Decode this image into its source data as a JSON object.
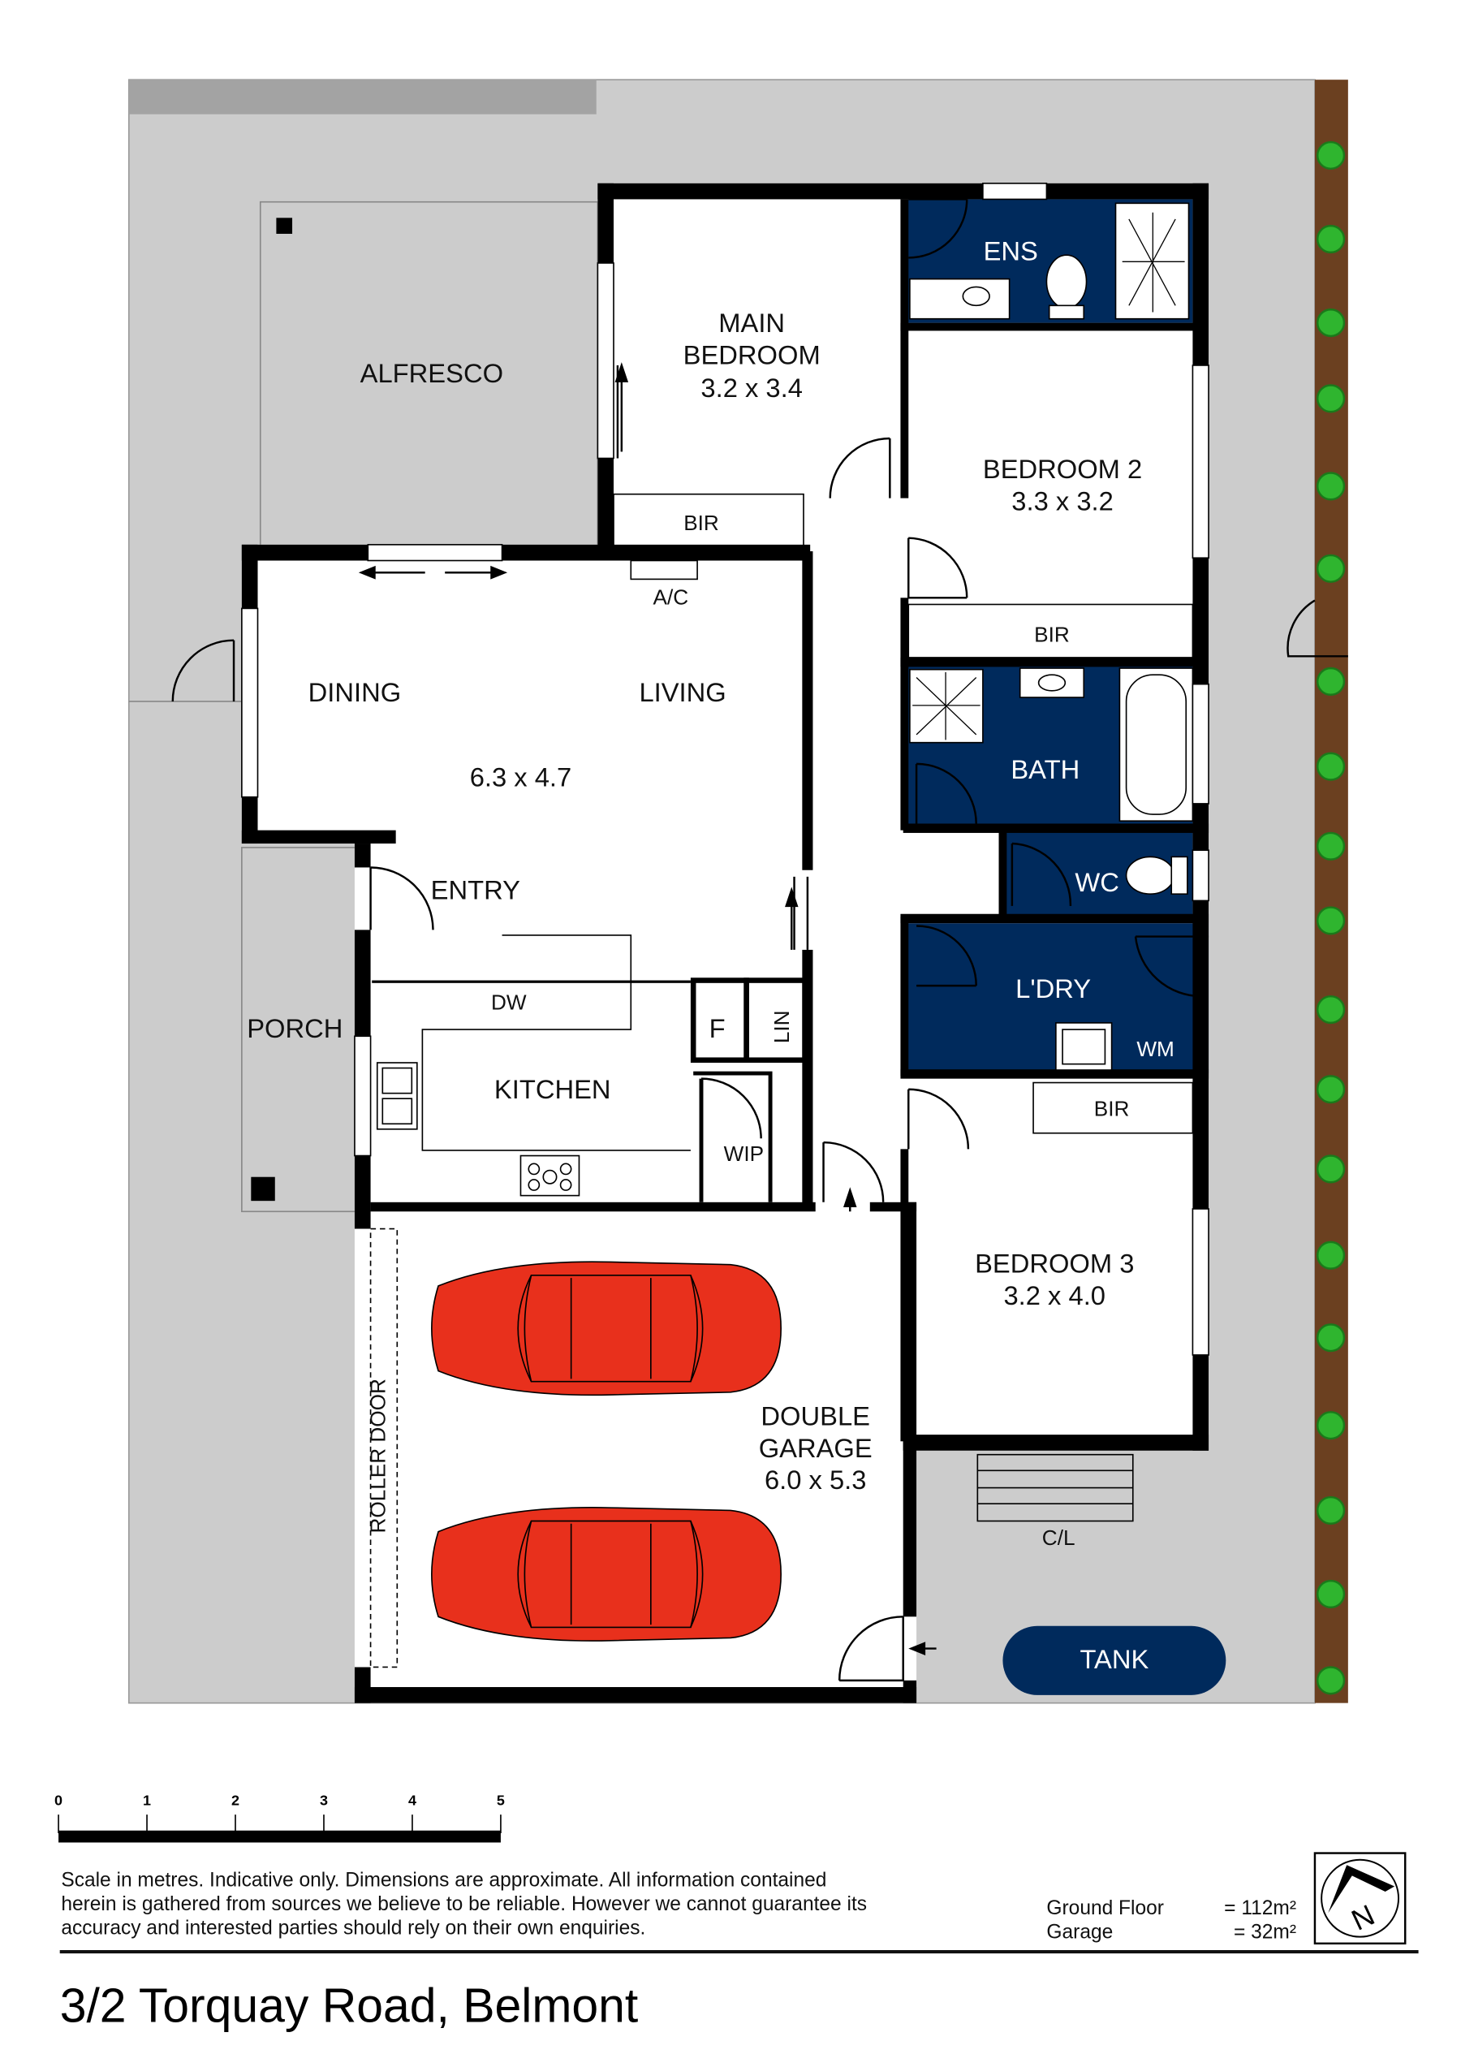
{
  "rooms": {
    "alfresco": "ALFRESCO",
    "main_bedroom": [
      "MAIN",
      "BEDROOM",
      "3.2 x 3.4"
    ],
    "bir_main": "BIR",
    "ens": "ENS",
    "bedroom2": [
      "BEDROOM 2",
      "3.3 x 3.2"
    ],
    "bir_2": "BIR",
    "ac": "A/C",
    "dining": "DINING",
    "living": "LIVING",
    "living_dims": "6.3 x 4.7",
    "bath": "BATH",
    "wc": "WC",
    "entry": "ENTRY",
    "ldry": "L'DRY",
    "wm": "WM",
    "dw": "DW",
    "f": "F",
    "lin": "LIN",
    "porch": "PORCH",
    "kitchen": "KITCHEN",
    "wip": "WIP",
    "bir_3": "BIR",
    "bedroom3": [
      "BEDROOM 3",
      "3.2 x 4.0"
    ],
    "roller_door": "ROLLER DOOR",
    "garage": [
      "DOUBLE",
      "GARAGE",
      "6.0 x 5.3"
    ],
    "cl": "C/L",
    "tank": "TANK"
  },
  "colors": {
    "grey": "#cccccc",
    "dark_grey": "#a3a3a3",
    "navy": "#002a5c",
    "fence": "#6b4020",
    "tree": "#2fb52f",
    "car": "#e8301c"
  },
  "scale": {
    "ticks": [
      "0",
      "1",
      "2",
      "3",
      "4",
      "5"
    ],
    "unit": "metres"
  },
  "disclaimer": [
    "Scale in metres. Indicative only. Dimensions are approximate. All information contained",
    "herein is gathered from sources we believe to be reliable. However we cannot guarantee its",
    "accuracy and interested parties should rely on their own enquiries."
  ],
  "areas": [
    {
      "label": "Ground Floor",
      "value": "= 112m²"
    },
    {
      "label": "Garage",
      "value": "=  32m²"
    }
  ],
  "compass_label": "N",
  "address": "3/2 Torquay Road, Belmont"
}
